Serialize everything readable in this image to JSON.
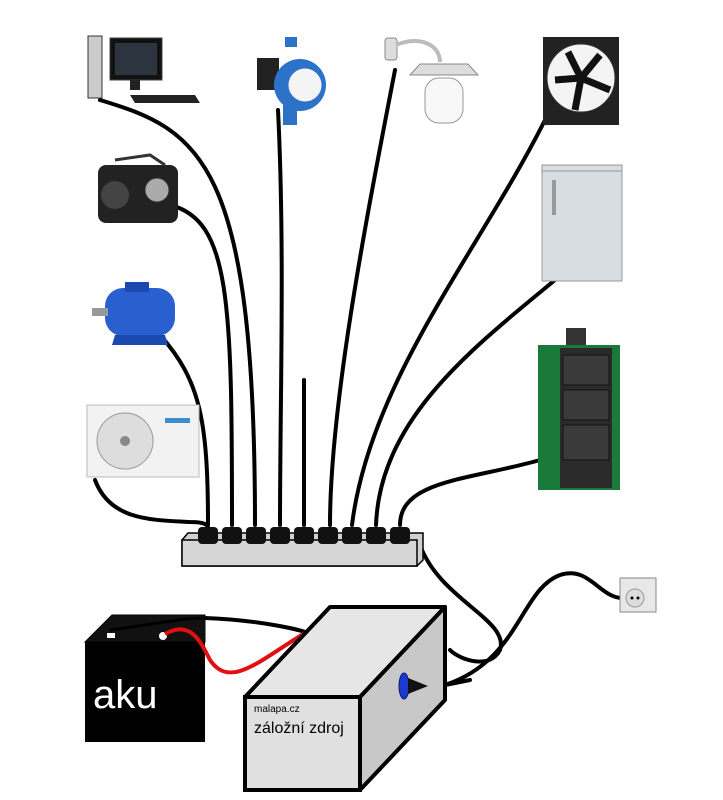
{
  "battery": {
    "label": "aku"
  },
  "ups_box": {
    "site": "malapa.cz",
    "label": "záložní zdroj"
  },
  "appliances": [
    "computer-icon",
    "circulation-pump-icon",
    "wall-lamp-icon",
    "fan-icon",
    "radio-icon",
    "fridge-icon",
    "electric-motor-icon",
    "boiler-icon",
    "air-conditioner-icon"
  ],
  "colors": {
    "cable": "#000000",
    "battery_positive_cable": "#e01010",
    "box_face": "#e6e6e6",
    "box_side": "#c8c8c8",
    "battery": "#000000",
    "power_button": "#1a3bd0",
    "boiler": "#1a7a3a",
    "motor": "#2a5fd0",
    "pump": "#2b72c8"
  }
}
